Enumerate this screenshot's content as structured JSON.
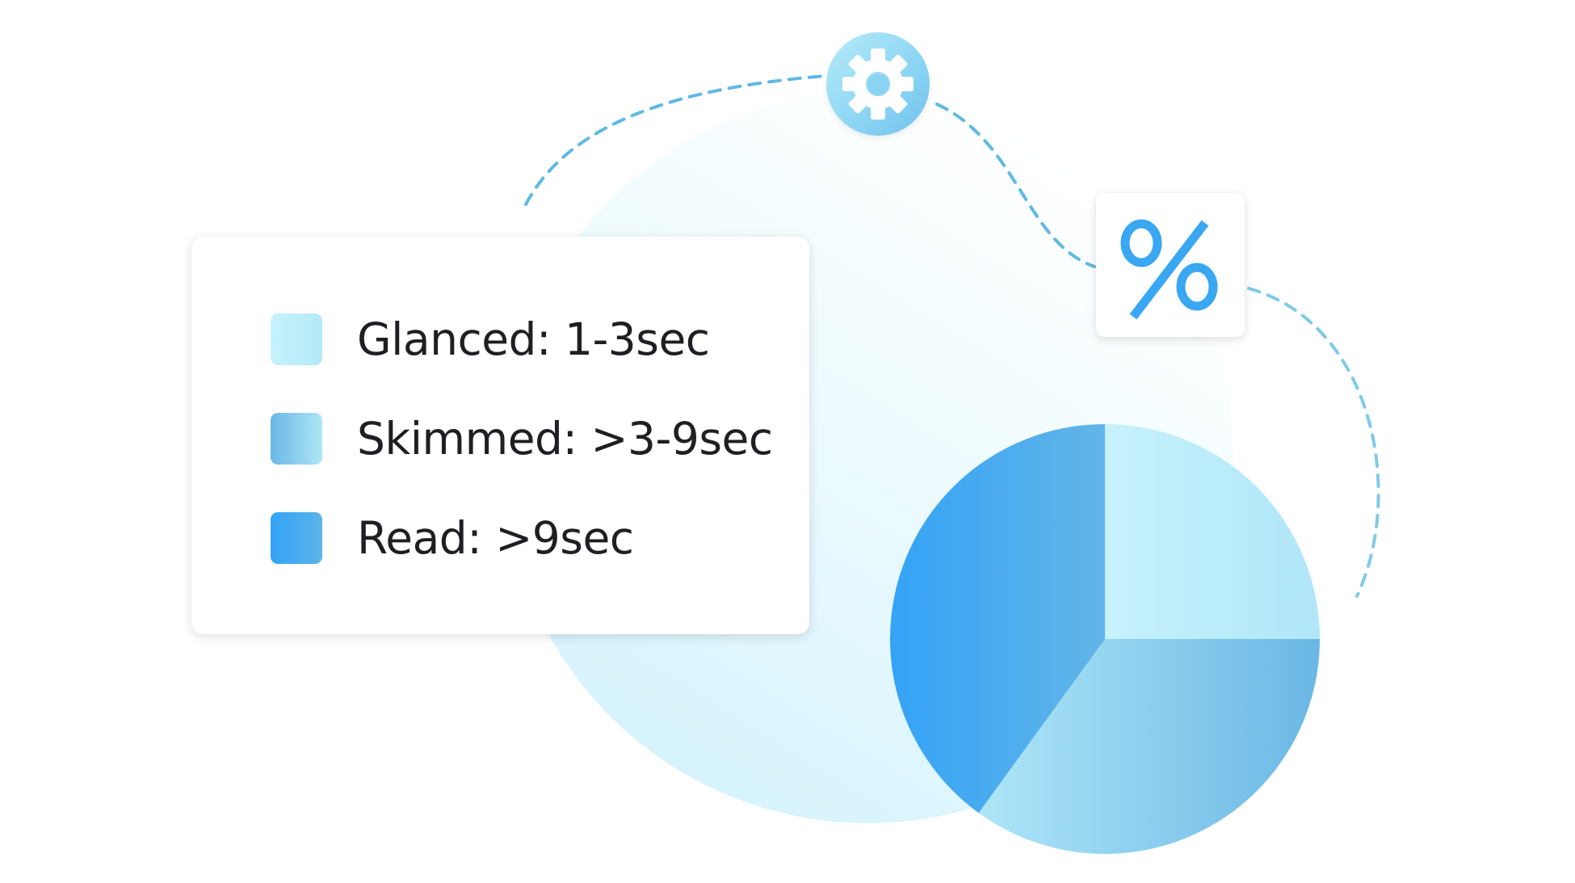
{
  "chart_data": {
    "type": "pie",
    "title": "",
    "legend_position": "left",
    "slices": [
      {
        "label": "Glanced: 1-3sec",
        "value": 25,
        "color_start": "#c6f2fb",
        "color_end": "#b0e6f8"
      },
      {
        "label": "Skimmed: >3-9sec",
        "value": 35,
        "color_start": "#aee6f7",
        "color_end": "#6ab7e5"
      },
      {
        "label": "Read: >9sec",
        "value": 40,
        "color_start": "#34a3f7",
        "color_end": "#62b5e6"
      }
    ]
  },
  "legend": {
    "items": [
      {
        "label": "Glanced: 1-3sec",
        "color_start": "#c6f2fb",
        "color_end": "#b4e9f8"
      },
      {
        "label": "Skimmed: >3-9sec",
        "color_start": "#6ab7e5",
        "color_end": "#aee6f7"
      },
      {
        "label": "Read: >9sec",
        "color_start": "#34a3f7",
        "color_end": "#5db4e9"
      }
    ]
  },
  "decor": {
    "gear_badge_icon": "gear-icon",
    "percent_badge_icon": "percent-icon",
    "percent_color": "#3aa7f2",
    "dash_color": "#5fb9e3",
    "background_circle_color": "#def6fd"
  }
}
